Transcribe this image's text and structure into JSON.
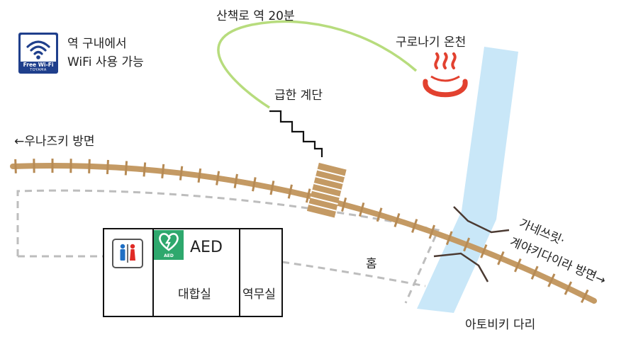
{
  "wifi": {
    "badge_line1": "Free Wi-Fi",
    "badge_line2": "TOYAMA",
    "line1": "역 구내에서",
    "line2": "WiFi 사용 가능"
  },
  "labels": {
    "walk_path": "산책로 역 20분",
    "hot_spring": "구로나기 온천",
    "steep_stairs": "급한 계단",
    "unazuki_direction": "←우나즈키 방면",
    "platform": "홈",
    "keyakidaira_direction_line1": "가네쓰릿·",
    "keyakidaira_direction_line2": "계야키다이라 방면→",
    "bridge": "아토비키 다리"
  },
  "facilities": {
    "aed_label": "AED",
    "aed_badge": "AED",
    "waiting_room": "대합실",
    "station_office": "역무실"
  },
  "colors": {
    "track": "#c49a64",
    "sleeper": "#b78b55",
    "river": "#c9e7f8",
    "walk_path": "#b7dc7d",
    "hot_spring": "#e2412f",
    "wifi": "#1f3f8c",
    "aed": "#2ea86d",
    "toilet_male": "#1f6fc4",
    "toilet_female": "#e02a25",
    "platform_dash": "#bdbdbd"
  }
}
